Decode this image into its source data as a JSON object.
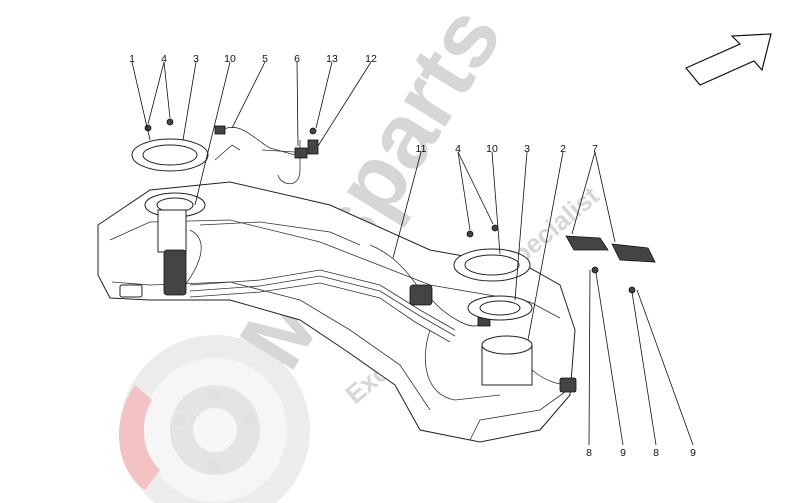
{
  "watermark": {
    "brand": "Masparts",
    "tagline": "Exclusive Parts Specialist",
    "brand_color": "#d9d9d9",
    "accent_color": "#f2b9b9"
  },
  "callouts": {
    "c1": "1",
    "c4a": "4",
    "c3a": "3",
    "c10a": "10",
    "c5": "5",
    "c6": "6",
    "c13": "13",
    "c12": "12",
    "c11": "11",
    "c4b": "4",
    "c10b": "10",
    "c3b": "3",
    "c2": "2",
    "c7": "7",
    "c8a": "8",
    "c9a": "9",
    "c8b": "8",
    "c9b": "9"
  },
  "icons": {
    "direction": "arrow-up-right-icon",
    "logo": "brake-disc-logo-icon"
  }
}
